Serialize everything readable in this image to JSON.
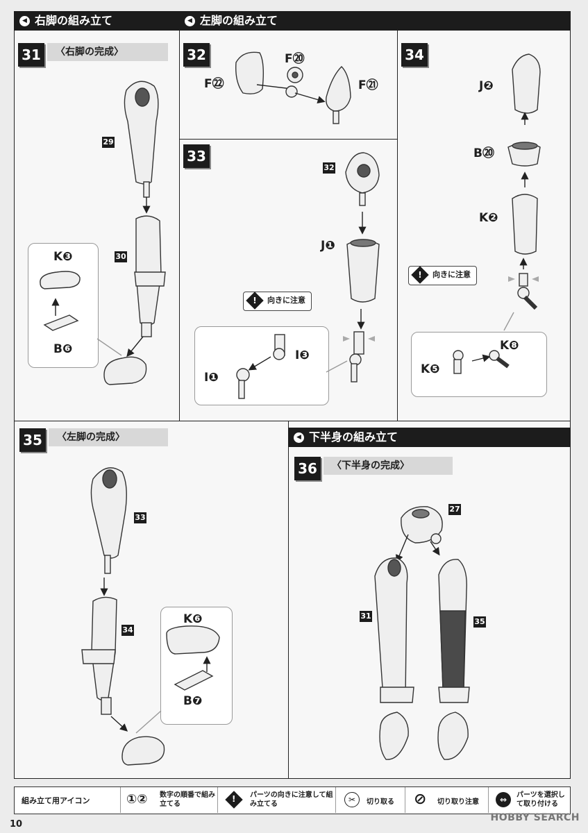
{
  "sections": {
    "right_leg_header": "右脚の組み立て",
    "left_leg_header": "左脚の組み立て",
    "lower_body_header": "下半身の組み立て",
    "header_icon": "k-arrow-icon"
  },
  "steps": {
    "s31": {
      "number": "31",
      "title": "〈右脚の完成〉",
      "tags": [
        "29",
        "30"
      ],
      "bubble_labels": [
        "K❸",
        "B❻"
      ]
    },
    "s32": {
      "number": "32",
      "labels": [
        "F㉒",
        "F⑳",
        "F㉑"
      ]
    },
    "s33": {
      "number": "33",
      "tags": [
        "32"
      ],
      "labels": [
        "J❶"
      ],
      "note": "向きに注意",
      "bubble_labels": [
        "I❸",
        "I❶"
      ]
    },
    "s34": {
      "number": "34",
      "labels": [
        "J❷",
        "B⑳",
        "K❷"
      ],
      "note": "向きに注意",
      "bubble_labels": [
        "K❽",
        "K❺"
      ]
    },
    "s35": {
      "number": "35",
      "title": "〈左脚の完成〉",
      "tags": [
        "33",
        "34"
      ],
      "bubble_labels": [
        "K❻",
        "B❼"
      ]
    },
    "s36": {
      "number": "36",
      "title": "〈下半身の完成〉",
      "tags": [
        "27",
        "31",
        "35"
      ]
    }
  },
  "footer": {
    "title": "組み立て用アイコン",
    "icons": [
      {
        "icon": "circled-numbers-icon",
        "glyph": "①②",
        "text": "数字の順番で組み立てる"
      },
      {
        "icon": "caution-diamond-icon",
        "glyph": "!",
        "text": "パーツの向きに注意して組み立てる"
      },
      {
        "icon": "cut-icon",
        "glyph": "✂",
        "text": "切り取る"
      },
      {
        "icon": "no-cut-icon",
        "glyph": "⊘",
        "text": "切り取り注意"
      },
      {
        "icon": "select-parts-icon",
        "glyph": "⇔",
        "text": "パーツを選択して取り付ける"
      }
    ]
  },
  "page_number": "10",
  "watermark": "HOBBY SEARCH"
}
